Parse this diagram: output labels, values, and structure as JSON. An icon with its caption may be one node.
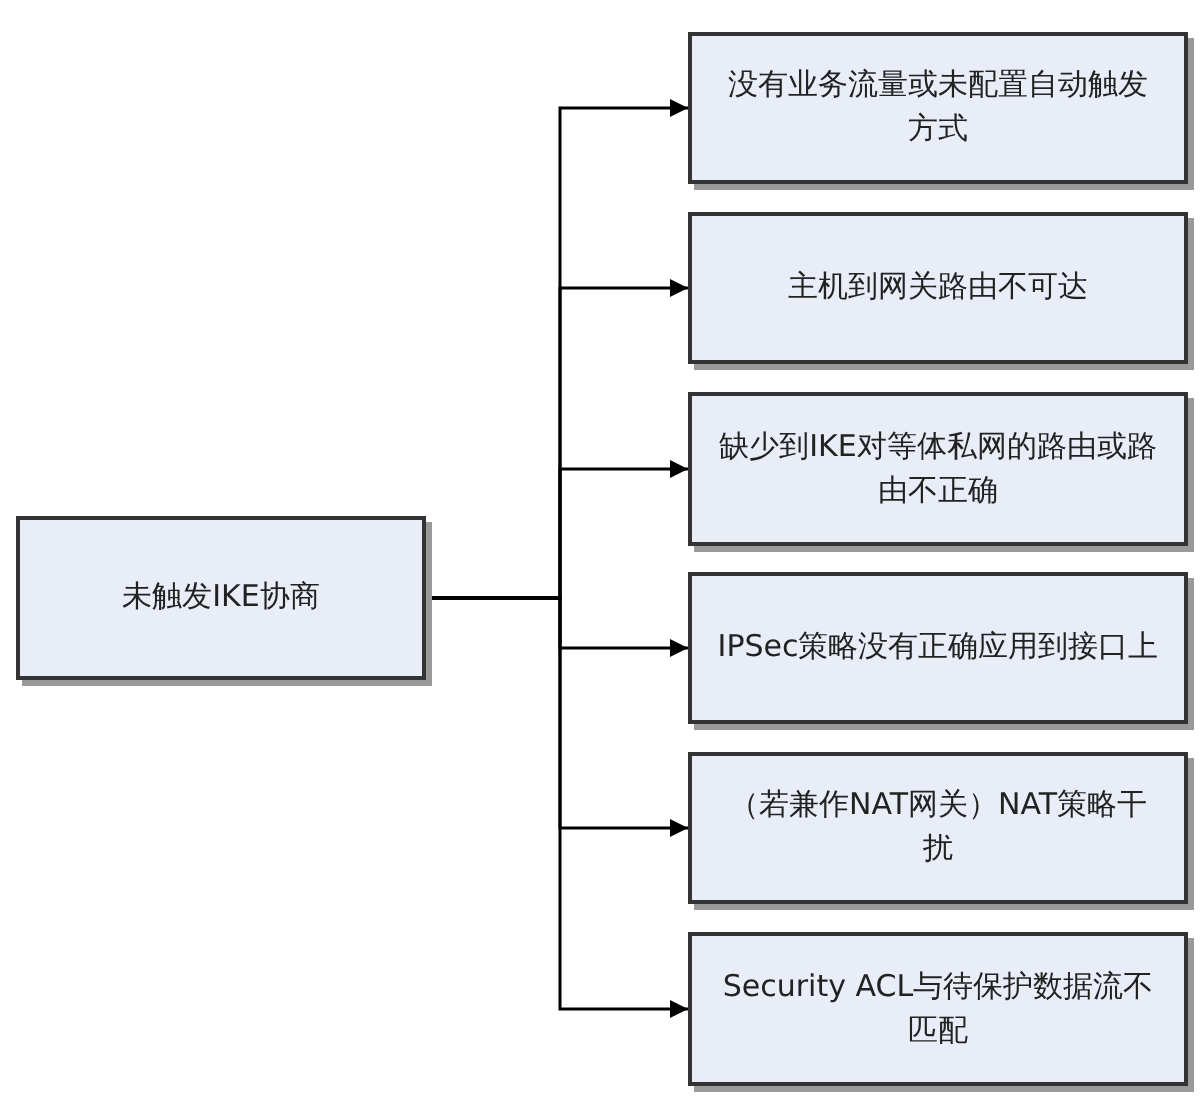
{
  "diagram": {
    "nodes": [
      {
        "text": [
          "未触发IKE协商"
        ]
      },
      {
        "text": [
          "没有业务流量或未配置自动触发方式"
        ]
      },
      {
        "text": [
          "主机到网关路由不可达"
        ]
      },
      {
        "text": [
          "缺少到IKE对等体私网的路由或路由不正确"
        ]
      },
      {
        "text": [
          "IPSec策略没有正确应用到接口上"
        ]
      },
      {
        "text": [
          "（若兼作NAT网关）NAT策略干扰"
        ]
      },
      {
        "text": [
          "Security ACL与待保护数据流不匹配"
        ]
      }
    ],
    "edges": [
      {
        "from": 0,
        "to": 1,
        "arrow": "to"
      },
      {
        "from": 0,
        "to": 2,
        "arrow": "to"
      },
      {
        "from": 0,
        "to": 3,
        "arrow": "to"
      },
      {
        "from": 0,
        "to": 4,
        "arrow": "to"
      },
      {
        "from": 0,
        "to": 5,
        "arrow": "to"
      },
      {
        "from": 0,
        "to": 6,
        "arrow": "to"
      }
    ]
  }
}
